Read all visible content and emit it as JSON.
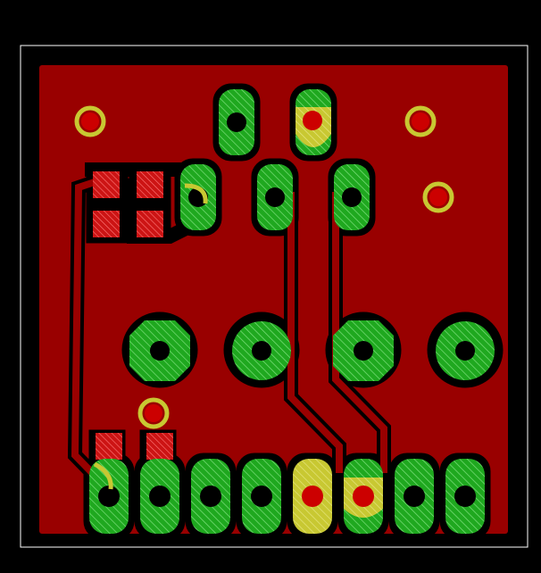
{
  "view": {
    "background_color": "#000000",
    "outline_color": "#ffffff",
    "copper_color": "#990000",
    "clearance_color": "#000000",
    "pad_color": "#1fa81f",
    "pad_hatch_color": "#7de07d",
    "highlight_color": "#c8c832",
    "drill_color": "#000000",
    "via_drill_color": "#cc0000",
    "smd_pad_color": "#cc1414",
    "smd_hatch_color": "#ff7a7a"
  },
  "pcb": {
    "pads": [
      {
        "id": "header-pin-1",
        "shape": "oval",
        "highlighted": false
      },
      {
        "id": "header-pin-2",
        "shape": "oval",
        "highlighted": true
      },
      {
        "id": "header-pin-3",
        "shape": "oval",
        "highlighted": false
      },
      {
        "id": "header-pin-4",
        "shape": "oval",
        "highlighted": false
      },
      {
        "id": "header-pin-5",
        "shape": "oval",
        "highlighted": false
      },
      {
        "id": "header-pin-6",
        "shape": "oval",
        "highlighted": false
      },
      {
        "id": "round-pad-1",
        "shape": "round",
        "highlighted": false
      },
      {
        "id": "round-pad-2",
        "shape": "round",
        "highlighted": false
      },
      {
        "id": "round-pad-3",
        "shape": "round",
        "highlighted": false
      },
      {
        "id": "round-pad-4",
        "shape": "round",
        "highlighted": false
      },
      {
        "id": "bottom-pin-1",
        "shape": "oval",
        "highlighted": false
      },
      {
        "id": "bottom-pin-2",
        "shape": "oval",
        "highlighted": false
      },
      {
        "id": "bottom-pin-3",
        "shape": "oval",
        "highlighted": false
      },
      {
        "id": "bottom-pin-4",
        "shape": "oval",
        "highlighted": false
      },
      {
        "id": "bottom-pin-5",
        "shape": "oval",
        "highlighted": true
      },
      {
        "id": "bottom-pin-6",
        "shape": "oval",
        "highlighted": true
      },
      {
        "id": "bottom-pin-7",
        "shape": "oval",
        "highlighted": false
      },
      {
        "id": "bottom-pin-8",
        "shape": "oval",
        "highlighted": false
      }
    ],
    "smd_pads_count": 6,
    "vias_count": 4,
    "traces_count": 3
  }
}
